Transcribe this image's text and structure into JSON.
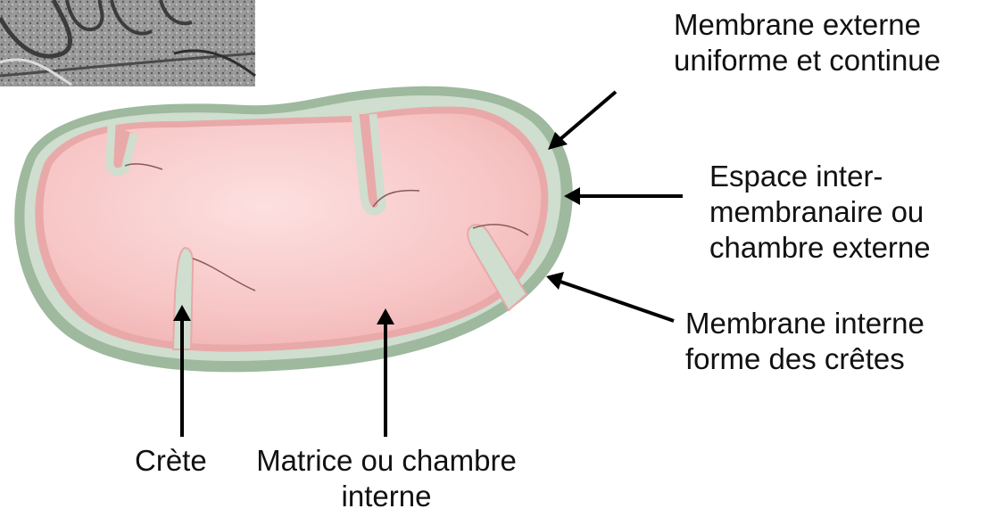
{
  "labels": {
    "outer_membrane": {
      "line1": "Membrane externe",
      "line2": "uniforme et continue"
    },
    "intermembrane_space": {
      "line1": "Espace inter-",
      "line2": "membranaire ou",
      "line3": "chambre externe"
    },
    "inner_membrane": {
      "line1": "Membrane interne",
      "line2": "forme des crêtes"
    },
    "crista": "Crète",
    "matrix": {
      "line1": "Matrice ou chambre",
      "line2": "interne"
    }
  },
  "colors": {
    "outer_membrane": "#9eb99e",
    "intermembrane_space": "#cfdecf",
    "inner_membrane": "#e9a9a9",
    "matrix": "#f7c6c6",
    "matrix_highlight": "#fde0e0",
    "arrow": "#000000"
  },
  "inset_image": {
    "name": "electron-micrograph-photo"
  }
}
